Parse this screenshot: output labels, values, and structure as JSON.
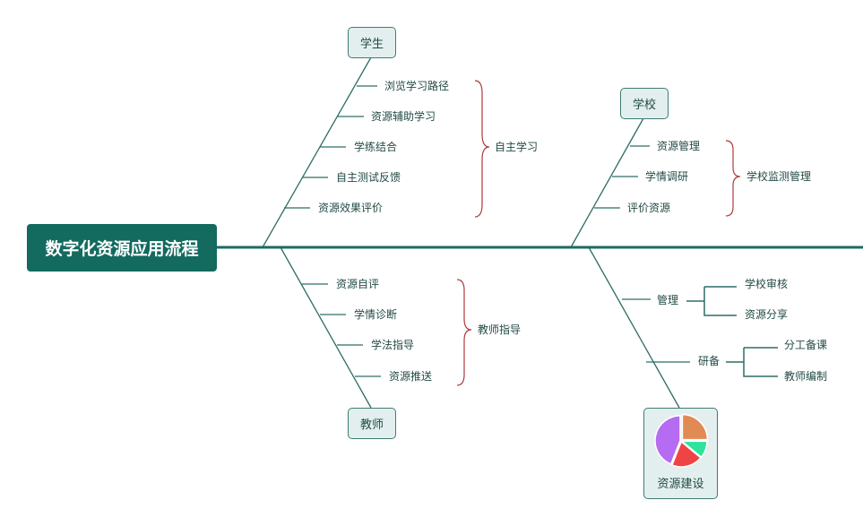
{
  "title": "数字化资源应用流程",
  "student": {
    "label": "学生",
    "items": [
      "浏览学习路径",
      "资源辅助学习",
      "学练结合",
      "自主测试反馈",
      "资源效果评价"
    ],
    "group": "自主学习"
  },
  "teacher": {
    "label": "教师",
    "items": [
      "资源自评",
      "学情诊断",
      "学法指导",
      "资源推送"
    ],
    "group": "教师指导"
  },
  "school": {
    "label": "学校",
    "items": [
      "资源管理",
      "学情调研",
      "评价资源"
    ],
    "group": "学校监测管理"
  },
  "resource": {
    "label": "资源建设",
    "branches": [
      {
        "label": "管理",
        "children": [
          "学校审核",
          "资源分享"
        ]
      },
      {
        "label": "研备",
        "children": [
          "分工备课",
          "教师编制"
        ]
      }
    ],
    "pie": [
      {
        "value": 25,
        "color": "#e28a55"
      },
      {
        "value": 11,
        "color": "#2ee39b"
      },
      {
        "value": 20,
        "color": "#f04444"
      },
      {
        "value": 44,
        "color": "#b56cf2"
      }
    ]
  },
  "colors": {
    "spine": "#1b6b60",
    "brace": "#b03a3a",
    "line": "#2f6d66"
  }
}
